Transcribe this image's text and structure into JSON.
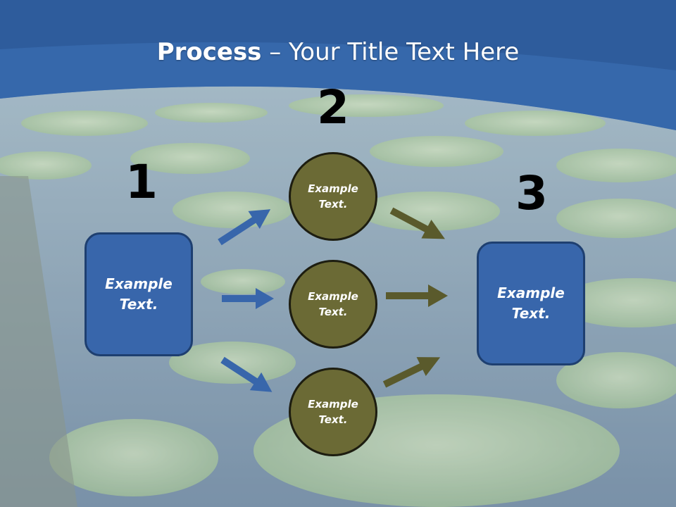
{
  "title": {
    "bold": "Process",
    "rest": " – Your Title Text Here"
  },
  "steps": [
    "1",
    "2",
    "3"
  ],
  "left_box": {
    "text": "Example\nText."
  },
  "right_box": {
    "text": "Example\nText."
  },
  "circles": [
    {
      "text": "Example\nText."
    },
    {
      "text": "Example\nText."
    },
    {
      "text": "Example\nText."
    }
  ],
  "colors": {
    "header": "#2b5a9a",
    "box_fill": "#3866ab",
    "circle_fill": "#6b6a35",
    "blue_arrow": "#3866ab",
    "olive_arrow": "#5a5a2c"
  }
}
